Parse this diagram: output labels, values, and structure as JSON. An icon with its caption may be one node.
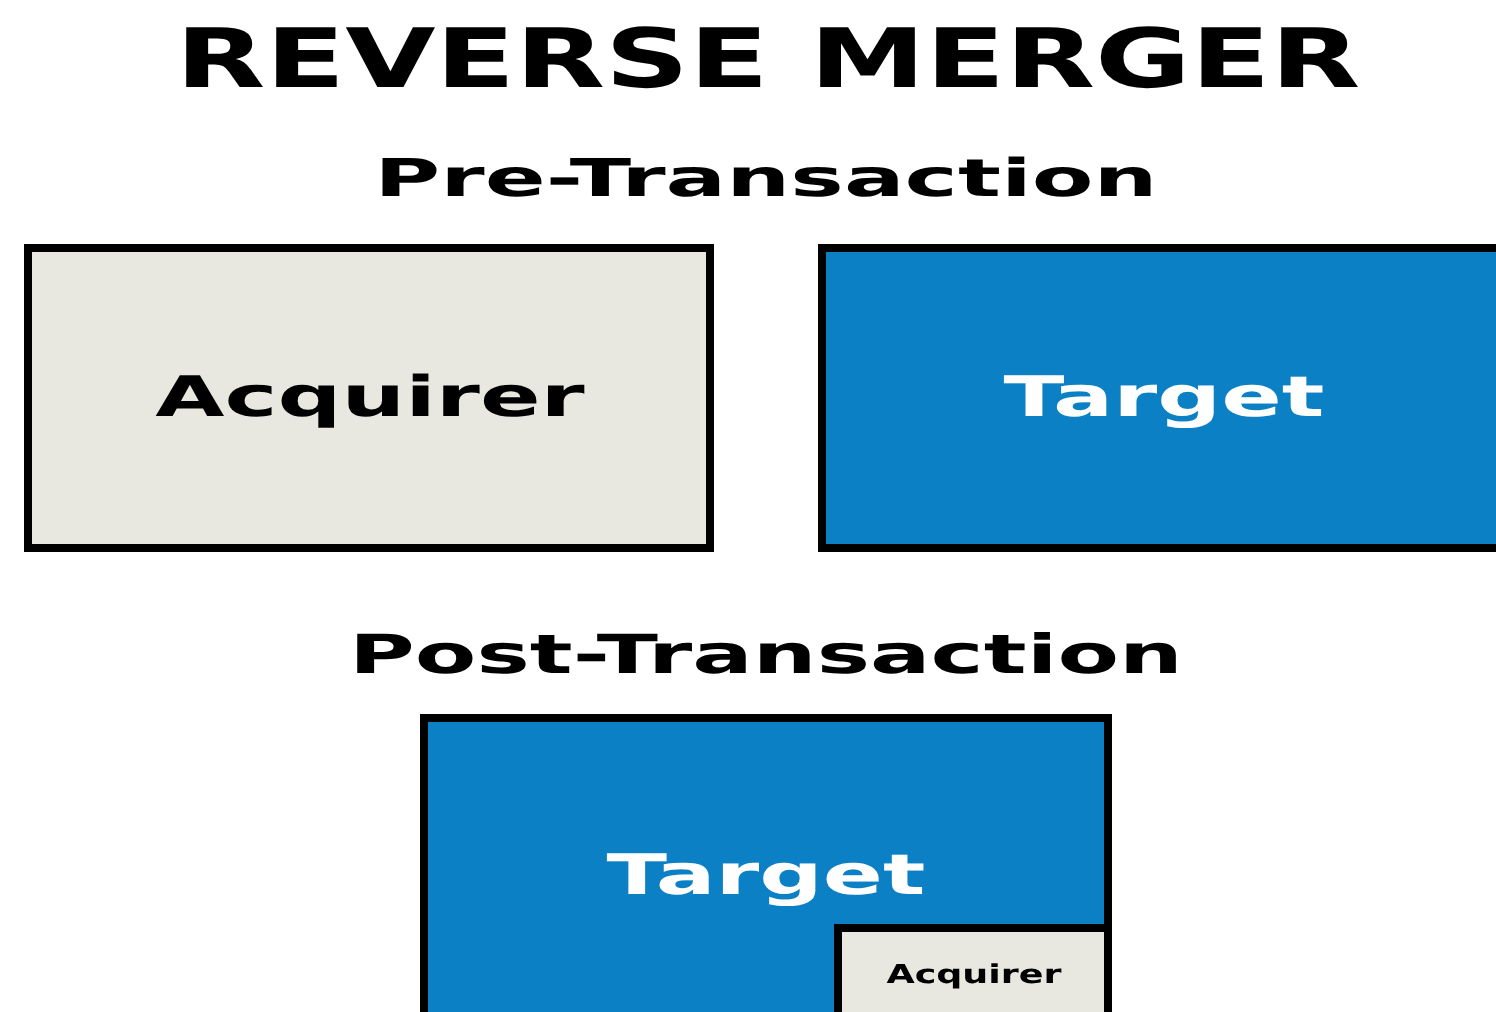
{
  "diagram": {
    "title": "REVERSE MERGER",
    "nodes": [
      {
        "text": [
          "Acquirer"
        ]
      },
      {
        "text": [
          "Target"
        ]
      },
      {
        "text": [
          "Target"
        ]
      },
      {
        "text": [
          "Acquirer"
        ],
        "in": 2
      }
    ],
    "labels": [
      "Pre-Transaction",
      "Post-Transaction"
    ]
  }
}
